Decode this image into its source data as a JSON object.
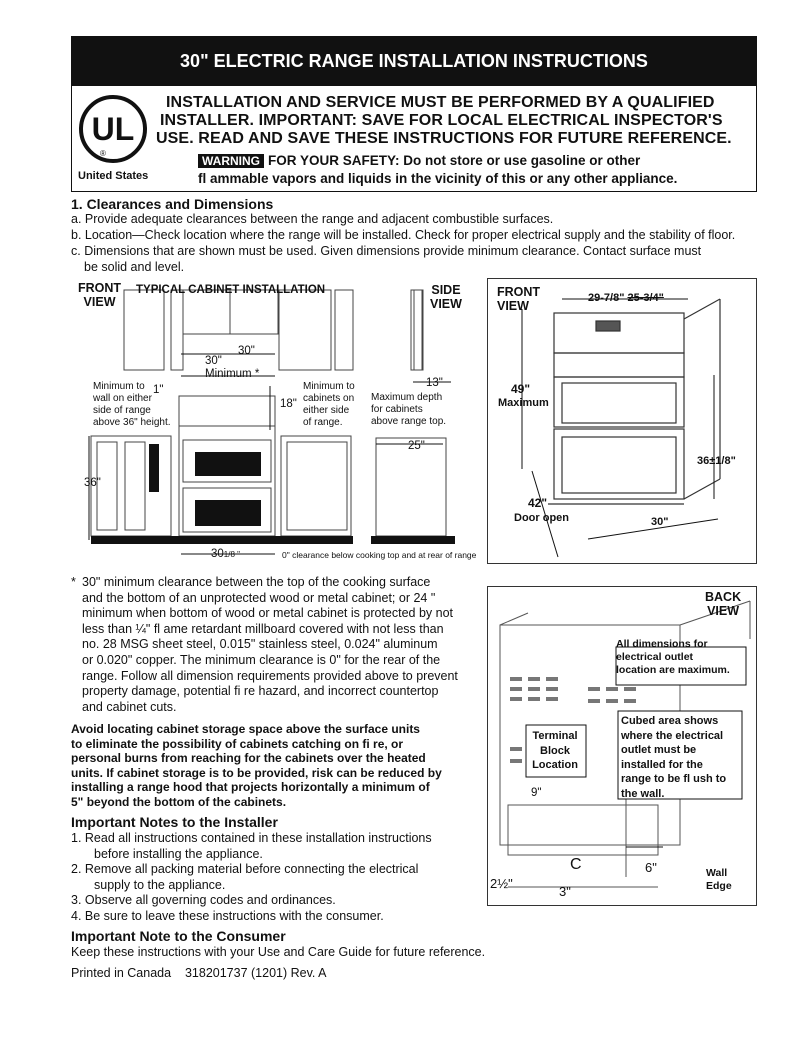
{
  "title": "30\" ELECTRIC RANGE INSTALLATION INSTRUCTIONS",
  "header": {
    "ul_logo": "UL",
    "ul_registered": "®",
    "ul_country": "United States",
    "line1": "INSTALLATION AND SERVICE MUST BE PERFORMED BY A QUALIFIED",
    "line2": "INSTALLER. IMPORTANT: SAVE FOR LOCAL ELECTRICAL INSPECTOR'S",
    "line3": "USE. READ AND SAVE THESE INSTRUCTIONS FOR FUTURE REFERENCE.",
    "warning_badge": "WARNING",
    "safety1": "FOR YOUR SAFETY: Do not store or use gasoline or other",
    "safety2": "fl ammable vapors and liquids in the vicinity of this or any other appliance."
  },
  "section1": {
    "heading": "1.  Clearances and Dimensions",
    "a": "a. Provide adequate clearances between the range and adjacent combustible surfaces.",
    "b": "b. Location—Check location where the range will be installed. Check for proper electrical supply and the stability of floor.",
    "c1": "c. Dimensions that are shown must be used. Given dimensions provide minimum clearance. Contact surface must",
    "c2": "be solid and level."
  },
  "cabinet_fig": {
    "front_view_1": "FRONT",
    "front_view_2": "VIEW",
    "title": "TYPICAL CABINET INSTALLATION",
    "side_view_1": "SIDE",
    "side_view_2": "VIEW",
    "dim_30": "30\"",
    "dim_30_min_1": "30\"",
    "dim_30_min_2": "Minimum",
    "asterisk": "*",
    "dim_1": "1\"",
    "dim_18": "18\"",
    "dim_13": "13\"",
    "dim_25": "25\"",
    "dim_36": "36\"",
    "dim_30_1_8": "30",
    "dim_30_1_8_frac": "1/8 \"",
    "min_wall_1": "Minimum to",
    "min_wall_2": "wall on either",
    "min_wall_3": "side of range",
    "min_wall_4": "above 36\" height.",
    "min_cab_1": "Minimum to",
    "min_cab_2": "cabinets on",
    "min_cab_3": "either side",
    "min_cab_4": "of range.",
    "max_depth_1": "Maximum depth",
    "max_depth_2": "for cabinets",
    "max_depth_3": "above range top.",
    "zero_clear": "0\" clearance below cooking top and at rear of range"
  },
  "range_fig": {
    "front_view_1": "FRONT",
    "front_view_2": "VIEW",
    "width_dim": "29-7/8\"",
    "width_dim2": "25-3/4\"",
    "height_49": "49\"",
    "height_max": "Maximum",
    "height_36": "36±1/8\"",
    "door_42": "42\"",
    "door_open": "Door open",
    "dim_30": "30\""
  },
  "footnote": {
    "star": "*",
    "lines": [
      "30\" minimum clearance between the top of the cooking surface",
      "and the bottom of an unprotected wood or metal cabinet; or 24 \"",
      "minimum when bottom of wood or metal cabinet is protected by not",
      "less than ¼\" fl ame retardant millboard covered with not less than",
      "no. 28 MSG sheet steel, 0.015\" stainless steel, 0.024\" aluminum",
      "or  0.020\" copper. The minimum clearance is 0\" for the rear of the",
      "range. Follow all dimension requirements provided above to prevent",
      "property damage, potential fi re hazard, and incorrect countertop",
      "and cabinet cuts."
    ]
  },
  "avoid": [
    "Avoid locating cabinet storage space above the surface units",
    "to eliminate the possibility of cabinets catching on fi re, or",
    "personal burns from reaching for the cabinets over the heated",
    "units. If cabinet storage is to be provided, risk can be reduced by",
    "installing a range hood that projects horizontally a minimum of",
    "5\" beyond the bottom of the cabinets."
  ],
  "installer": {
    "heading": "Important Notes to the Installer",
    "items": [
      "1.  Read all instructions contained in these installation instructions",
      "before installing the appliance.",
      "2.  Remove all packing material before connecting the electrical",
      "supply to the appliance.",
      "3.  Observe all governing codes and ordinances.",
      "4.  Be sure to leave these instructions with the consumer."
    ]
  },
  "consumer": {
    "heading": "Important Note to the Consumer",
    "text": "Keep these instructions with your Use and Care Guide for future reference."
  },
  "printed": "Printed in Canada    318201737 (1201) Rev. A",
  "back_fig": {
    "back_view_1": "BACK",
    "back_view_2": "VIEW",
    "all_dims_1": "All dimensions for",
    "all_dims_2": "electrical outlet",
    "all_dims_3": "location are maximum.",
    "cubed_1": "Cubed area shows",
    "cubed_2": "where the electrical",
    "cubed_3": "outlet must be",
    "cubed_4": "installed for the",
    "cubed_5": "range to be fl ush to",
    "cubed_6": "the wall.",
    "terminal_1": "Terminal",
    "terminal_2": "Block",
    "terminal_3": "Location",
    "dim_9": "9\"",
    "dim_2_5": "2½\"",
    "dim_3": "3\"",
    "dim_6": "6\"",
    "centerline": "C",
    "wall_1": "Wall",
    "wall_2": "Edge"
  }
}
